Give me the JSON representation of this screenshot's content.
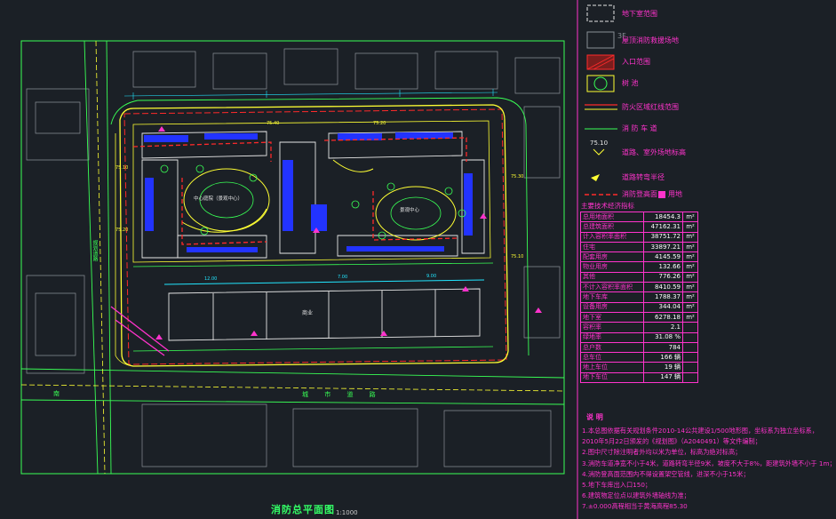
{
  "legend": [
    {
      "label": "地下室范围"
    },
    {
      "label": "屋顶消防救援场地"
    },
    {
      "label": "入口范围"
    },
    {
      "label": "树 池"
    },
    {
      "label": "防火区域红线范围"
    },
    {
      "label": "消 防 车 道"
    },
    {
      "label": "道路、室外场地标高"
    },
    {
      "label": "道路转弯半径"
    },
    {
      "label": "消防登高面",
      "extra": "用地"
    }
  ],
  "legend_number": "75.10",
  "legend_number2": "3F",
  "table_title": "主要技术经济指标",
  "table_rows": [
    {
      "label": "总用地面积",
      "value": "18454.3",
      "unit": "m²"
    },
    {
      "label": "总建筑面积",
      "value": "47162.31",
      "unit": "m²"
    },
    {
      "label": "计入容积率面积",
      "value": "38751.72",
      "unit": "m²"
    },
    {
      "label": "住宅",
      "value": "33897.21",
      "unit": "m²"
    },
    {
      "label": "配套用房",
      "value": "4145.59",
      "unit": "m²"
    },
    {
      "label": "物业用房",
      "value": "132.66",
      "unit": "m²"
    },
    {
      "label": "其他",
      "value": "776.26",
      "unit": "m²"
    },
    {
      "label": "不计入容积率面积",
      "value": "8410.59",
      "unit": "m²"
    },
    {
      "label": "地下车库",
      "value": "1788.37",
      "unit": "m²"
    },
    {
      "label": "设备用房",
      "value": "344.04",
      "unit": "m²"
    },
    {
      "label": "地下室",
      "value": "6278.18",
      "unit": "m²"
    },
    {
      "label": "容积率",
      "value": "2.1",
      "unit": ""
    },
    {
      "label": "绿地率",
      "value": "31.08 %",
      "unit": ""
    },
    {
      "label": "总户数",
      "value": "784",
      "unit": ""
    },
    {
      "label": "总车位",
      "value": "166 辆",
      "unit": ""
    },
    {
      "label": "地上车位",
      "value": "19 辆",
      "unit": ""
    },
    {
      "label": "地下车位",
      "value": "147 辆",
      "unit": ""
    }
  ],
  "notes_title": "说 明",
  "notes": [
    "1.本总图依据有关规划条件2010-14公共建设1/500地形图，坐标系为独立坐标系，",
    "  2010年5月22日颁发的《规划图》（A2040491）等文件编制；",
    "2.图中尺寸除注明者外均以米为单位，标高为绝对标高；",
    "3.消防车道净宽不小于4米，道路转弯半径9米，坡度不大于8%，距建筑外墙不小于 1m；",
    "4.消防登高面范围内不得设置架空管线，进深不小于15米；",
    "5.地下车库出入口150；",
    "6.建筑物定位点以建筑外墙轴线为准；",
    "7.±0.000高程相当于黄海高程85.30"
  ],
  "drawing_title": "消防总平面图",
  "drawing_scale": "1:1000",
  "site_labels": {
    "garden_a": "中心庭院（景观中心）",
    "garden_b": "景观中心",
    "road_h": "城 市 道 路",
    "road_label_west": "规划道路",
    "road_label_south": "南",
    "south_block": "商业",
    "dim_1": "12.00",
    "dim_2": "7.00",
    "dim_3": "9.00"
  },
  "colors": {
    "background": "#1b2026",
    "road_green": "#39ff55",
    "building_white": "#e6e6e6",
    "fire_red": "#ff2a2a",
    "pink": "#ff33cc",
    "yellow": "#ffff33",
    "blue": "#2233ff",
    "cyan": "#22e6ff"
  }
}
